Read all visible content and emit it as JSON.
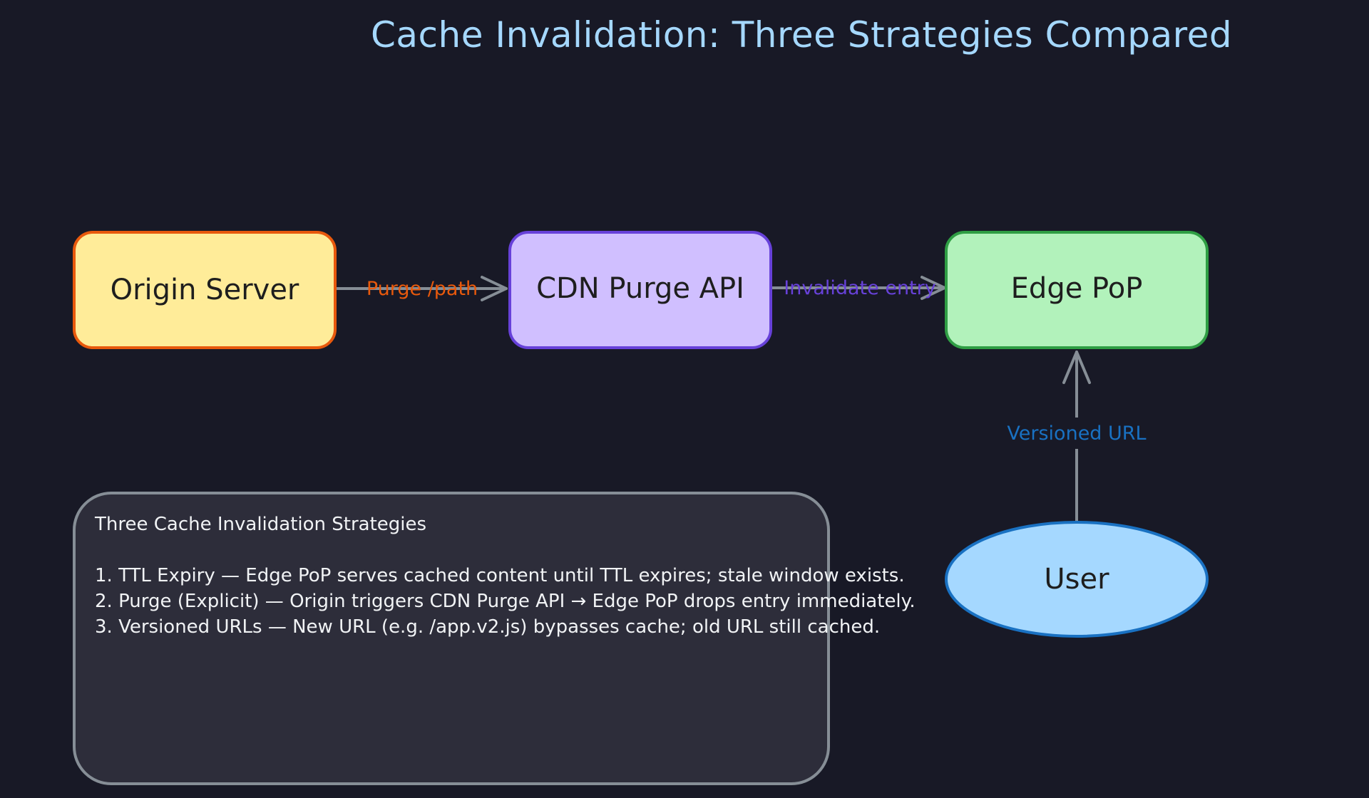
{
  "title": "Cache Invalidation: Three Strategies Compared",
  "colors": {
    "background": "#181926",
    "title": "#a5d8ff",
    "origin_fill": "#ffec99",
    "origin_stroke": "#e8590c",
    "purge_fill": "#d0bfff",
    "purge_stroke": "#6741d9",
    "edge_fill": "#b2f2bb",
    "edge_stroke": "#2f9e44",
    "user_fill": "#a5d8ff",
    "user_stroke": "#1971c2",
    "arrow": "#868e96",
    "notes_fill": "#2d2d3a",
    "notes_stroke": "#868e96",
    "notes_text": "#f1f3f5"
  },
  "nodes": {
    "origin": "Origin Server",
    "purge_api": "CDN Purge API",
    "edge_pop": "Edge PoP",
    "user": "User"
  },
  "edges": {
    "origin_to_purge": "Purge /path",
    "purge_to_edge": "Invalidate entry",
    "user_to_edge": "Versioned URL"
  },
  "notes": {
    "title": "Three Cache Invalidation Strategies",
    "lines": [
      "1. TTL Expiry — Edge PoP serves cached content until TTL expires; stale window exists.",
      "2. Purge (Explicit) — Origin triggers CDN Purge API → Edge PoP drops entry immediately.",
      "3. Versioned URLs — New URL (e.g. /app.v2.js) bypasses cache; old URL still cached."
    ]
  }
}
